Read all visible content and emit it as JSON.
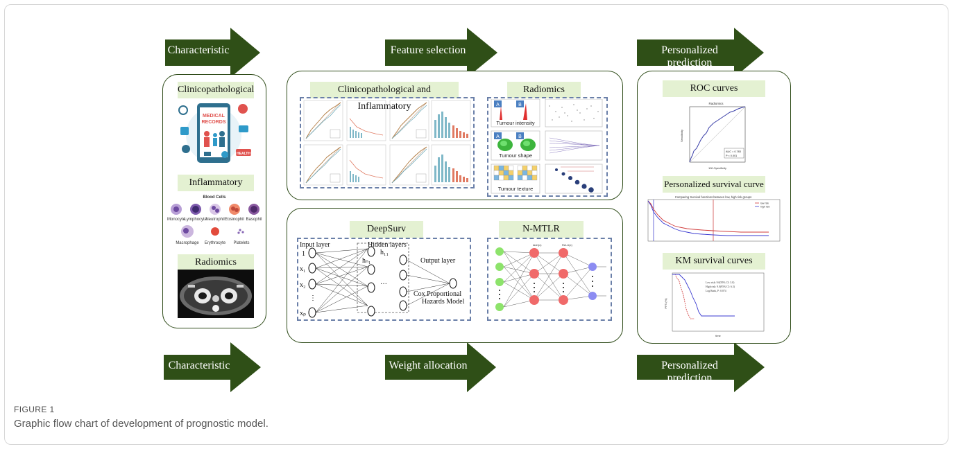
{
  "arrows": {
    "top": [
      "Characteristic",
      "Feature selection",
      "Personalized prediction"
    ],
    "bottom": [
      "Characteristic",
      "Weight allocation",
      "Personalized prediction"
    ]
  },
  "left_panel": {
    "clinicopathological": "Clinicopathological",
    "inflammatory": "Inflammatory",
    "radiomics": "Radiomics",
    "medical_records": [
      "MEDICAL",
      "RECORDS"
    ],
    "health_tag": "HEALTH",
    "blood_cells_title": "Blood Cells",
    "cells": [
      "Monocyte",
      "Lymphocyte",
      "Neutrophil",
      "Eosinophil",
      "Basophil",
      "Macrophage",
      "Erythrocyte",
      "Platelets"
    ]
  },
  "feature_panel": {
    "clin_inflam": "Clinicopathological and Inflammatory",
    "radiomics": "Radiomics",
    "tumour_labels": [
      "Tumour intensity",
      "Tumour shape",
      "Tumour texture"
    ],
    "badges": [
      "A",
      "B"
    ]
  },
  "weight_panel": {
    "deepsurv": "DeepSurv",
    "nmtlr": "N-MTLR",
    "input_layer": "Input layer",
    "hidden_layers": "Hidden layers",
    "output_layer": "Output layer",
    "cox_line1": "Cox Proportional",
    "cox_line2": "Hazards Model",
    "inputs": [
      "1",
      "x₁",
      "x₂",
      "⋮",
      "xₚ"
    ],
    "h_top": "h₁₁",
    "h_top2": "hₙ₁",
    "ellipsis": "···",
    "tanh": "tanh(x)",
    "relu": "ReLU(x)"
  },
  "prediction_panel": {
    "roc": "ROC curves",
    "survival": "Personalized survival curve",
    "km": "KM survival curves",
    "roc_title": "Radiomics",
    "roc_auc": "AUC = 0.783",
    "roc_p": "P < 0.001",
    "roc_xlabel": "100-Specificity",
    "roc_ylabel": "Sensitivity",
    "surv_title": "Comparing Survival functions between low, high risk groups",
    "surv_legend": [
      "low risk",
      "high risk"
    ],
    "km_legend": [
      "Low risk: 9.0(95% CI: 3.0)",
      "High risk: 9.0(95% CI: 6.3)",
      "Log Rank, P: 0.074"
    ],
    "km_ylabel": "PFS (%)",
    "km_xlabel": "time"
  },
  "caption": {
    "figure": "FIGURE 1",
    "text": "Graphic flow chart of development of prognostic model."
  },
  "colors": {
    "arrow": "#2f4f17",
    "label_bg": "#e4f1d2",
    "panel_border": "#2d4a17",
    "dash": "#6a7fa8",
    "nn_green": "#8de36b",
    "nn_red": "#f06a6a",
    "nn_blue": "#8c8cf2"
  }
}
